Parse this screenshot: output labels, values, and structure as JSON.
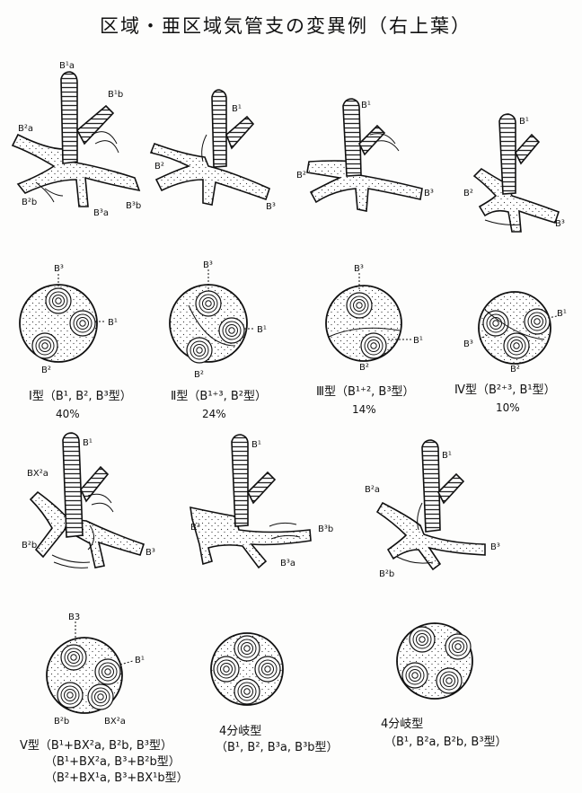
{
  "title": "区域・亜区域気管支の変異例（右上葉）",
  "row1": [
    {
      "labels": [
        "B¹a",
        "B¹b",
        "B²a",
        "B²b",
        "B³a",
        "B³b"
      ]
    },
    {
      "labels": [
        "B¹",
        "B²",
        "B³"
      ]
    },
    {
      "labels": [
        "B¹",
        "B²",
        "B³"
      ]
    },
    {
      "labels": [
        "B¹",
        "B²",
        "B³"
      ]
    }
  ],
  "row2": [
    {
      "top": "B³",
      "right": "B¹",
      "bottom": "B²",
      "caption": "Ⅰ型（B¹, B², B³型）",
      "percent": "40%"
    },
    {
      "top": "B³",
      "right": "B¹",
      "bottom": "B²",
      "caption": "Ⅱ型（B¹⁺³, B²型）",
      "percent": "24%"
    },
    {
      "top": "B³",
      "right": "B¹",
      "bottom": "B²",
      "caption": "Ⅲ型（B¹⁺², B³型）",
      "percent": "14%"
    },
    {
      "left": "B³",
      "right": "B¹",
      "bottom": "B²",
      "caption": "Ⅳ型（B²⁺³, B¹型）",
      "percent": "10%"
    }
  ],
  "row3": [
    {
      "labels": [
        "B¹",
        "BX²a",
        "B²b",
        "B³"
      ]
    },
    {
      "labels": [
        "B¹",
        "B²",
        "B³b",
        "B³a"
      ]
    },
    {
      "labels": [
        "B¹",
        "B²a",
        "B²b",
        "B³"
      ]
    }
  ],
  "row4": [
    {
      "top": "B3",
      "right": "B¹",
      "bottom_left": "B²b",
      "bottom_right": "BX²a",
      "caption_lines": [
        "Ⅴ型（B¹+BX²a, B²b, B³型）",
        "（B¹+BX²a, B³+B²b型）",
        "（B²+BX¹a, B³+BX¹b型）"
      ]
    },
    {
      "caption_lines": [
        "4分岐型",
        "（B¹, B², B³a, B³b型）"
      ]
    },
    {
      "caption_lines": [
        "4分岐型",
        "（B¹, B²a, B²b, B³型）"
      ]
    }
  ]
}
